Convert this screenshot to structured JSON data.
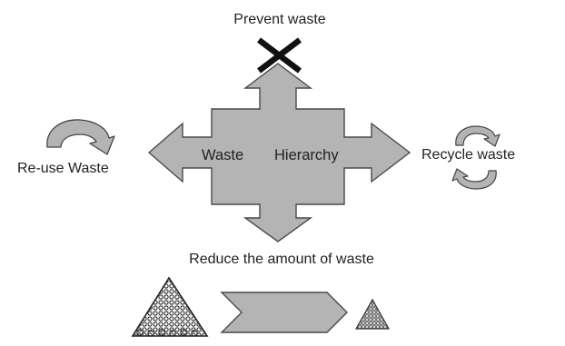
{
  "diagram": {
    "center_label_left": "Waste",
    "center_label_right": "Hierarchy",
    "top_label": "Prevent waste",
    "left_label": "Re-use Waste",
    "right_label": "Recycle waste",
    "bottom_label": "Reduce the amount of waste"
  },
  "icons": {
    "top": "cross-icon",
    "left": "curved-arrow-icon",
    "right": "recycle-arrows-icon",
    "bottom_left": "large-waste-pile-icon",
    "bottom_middle": "chevron-arrow-icon",
    "bottom_right": "small-waste-pile-icon"
  },
  "colors": {
    "shape_fill": "#b4b4b4",
    "shape_stroke": "#4a4a4a",
    "icon_dark": "#111111",
    "text": "#222222"
  }
}
